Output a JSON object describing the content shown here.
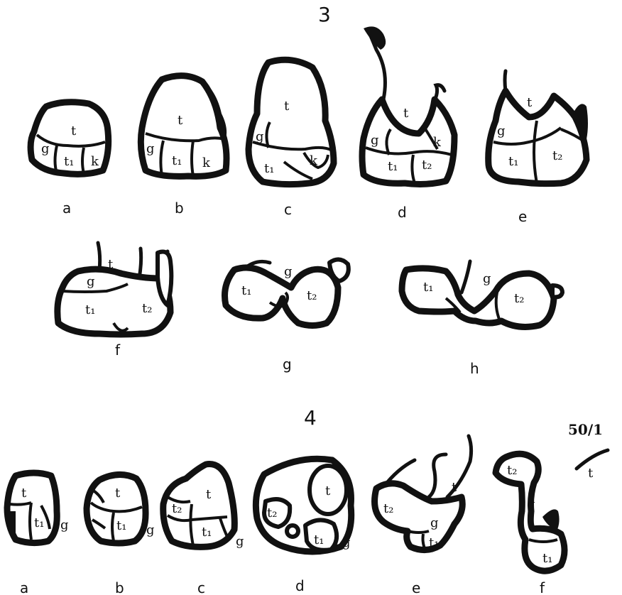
{
  "figure3": {
    "number": "3",
    "captions": [
      "a",
      "b",
      "c",
      "d",
      "e",
      "f",
      "g",
      "h"
    ],
    "cells": {
      "t": "t",
      "g": "g",
      "t1": "t₁",
      "t2": "t₂",
      "k": "k"
    }
  },
  "figure4": {
    "number": "4",
    "scale": "50/1",
    "captions": [
      "a",
      "b",
      "c",
      "d",
      "e",
      "f"
    ],
    "cells": {
      "t": "t",
      "g": "g",
      "t1": "t₁",
      "t2": "t₂"
    }
  }
}
